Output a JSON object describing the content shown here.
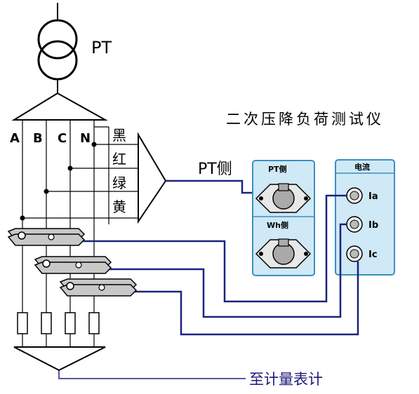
{
  "pt_label": "PT",
  "phase_labels": [
    "A",
    "B",
    "C",
    "N"
  ],
  "wire_color_labels": [
    "黑",
    "红",
    "绿",
    "黄"
  ],
  "instrument_title": "二次压降负荷测试仪",
  "pt_side_label": "PT侧",
  "module_pt_title": "PT侧",
  "module_wh_title": "Wh侧",
  "current_panel_title": "电流",
  "current_ports": [
    "Ia",
    "Ib",
    "Ic"
  ],
  "to_meter_label": "至计量表计",
  "colors": {
    "line": "#000000",
    "signal_wire": "#1a237e",
    "panel_fill": "#cfe9f6",
    "panel_border": "#3a8fc0",
    "clamp_fill": "#c8c8c8",
    "text_blue": "#1a1a7a"
  }
}
